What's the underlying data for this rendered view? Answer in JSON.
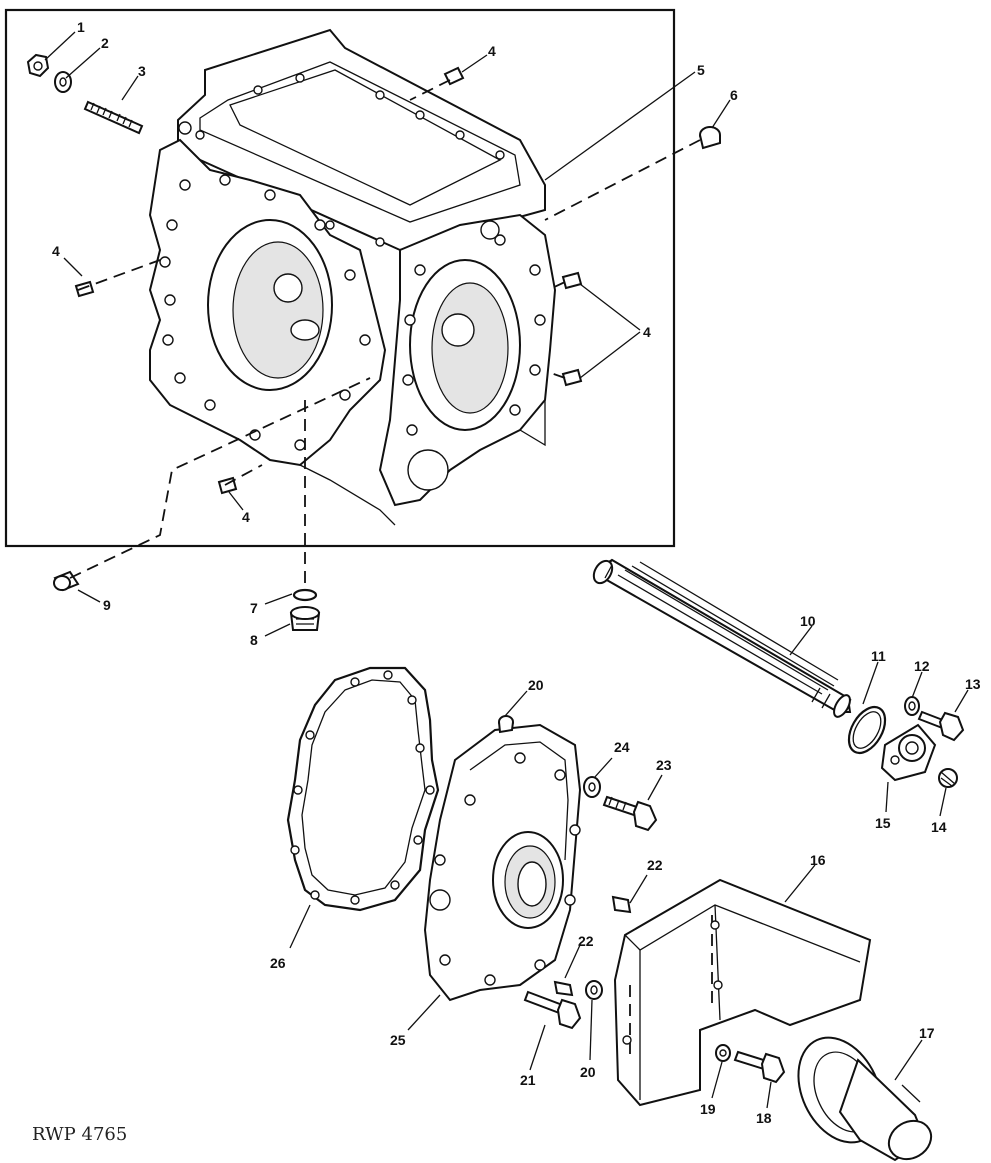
{
  "diagram": {
    "reference_code": "RWP 4765",
    "callouts": [
      {
        "id": "c1",
        "text": "1"
      },
      {
        "id": "c2",
        "text": "2"
      },
      {
        "id": "c3",
        "text": "3"
      },
      {
        "id": "c4a",
        "text": "4"
      },
      {
        "id": "c4b",
        "text": "4"
      },
      {
        "id": "c4c",
        "text": "4"
      },
      {
        "id": "c4d",
        "text": "4"
      },
      {
        "id": "c5",
        "text": "5"
      },
      {
        "id": "c6",
        "text": "6"
      },
      {
        "id": "c7",
        "text": "7"
      },
      {
        "id": "c8",
        "text": "8"
      },
      {
        "id": "c9",
        "text": "9"
      },
      {
        "id": "c10",
        "text": "10"
      },
      {
        "id": "c11",
        "text": "11"
      },
      {
        "id": "c12",
        "text": "12"
      },
      {
        "id": "c13",
        "text": "13"
      },
      {
        "id": "c14",
        "text": "14"
      },
      {
        "id": "c15",
        "text": "15"
      },
      {
        "id": "c16",
        "text": "16"
      },
      {
        "id": "c17",
        "text": "17"
      },
      {
        "id": "c18",
        "text": "18"
      },
      {
        "id": "c19",
        "text": "19"
      },
      {
        "id": "c20a",
        "text": "20"
      },
      {
        "id": "c20b",
        "text": "20"
      },
      {
        "id": "c21",
        "text": "21"
      },
      {
        "id": "c22a",
        "text": "22"
      },
      {
        "id": "c22b",
        "text": "22"
      },
      {
        "id": "c23",
        "text": "23"
      },
      {
        "id": "c24",
        "text": "24"
      },
      {
        "id": "c25",
        "text": "25"
      },
      {
        "id": "c26",
        "text": "26"
      }
    ]
  }
}
